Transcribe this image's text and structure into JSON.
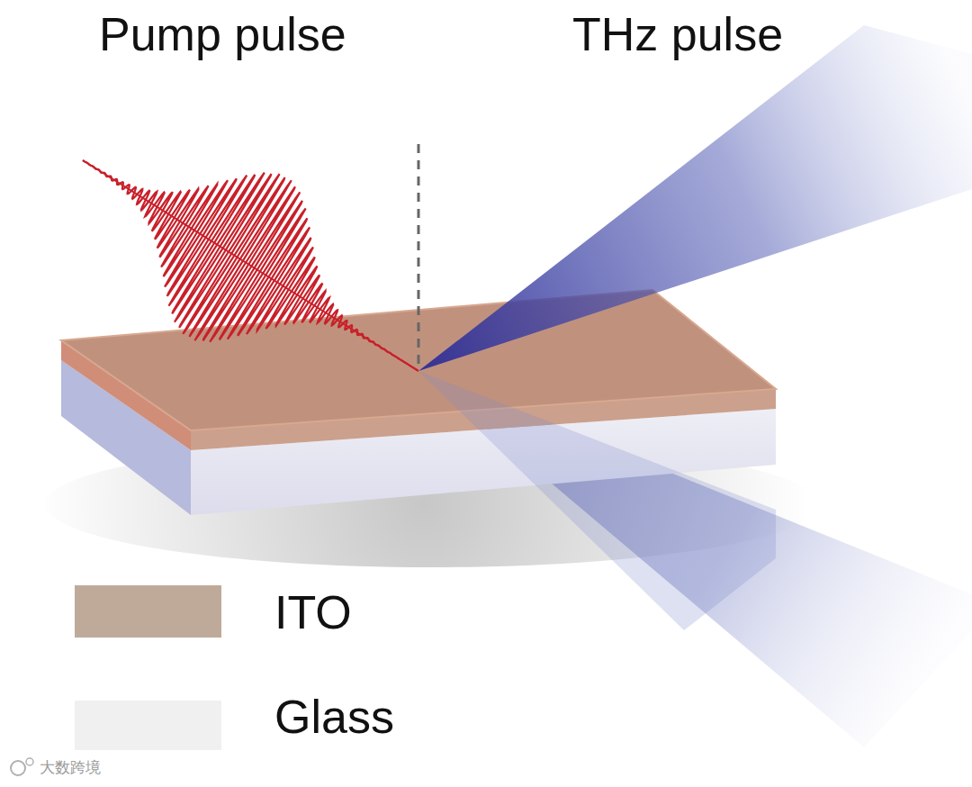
{
  "diagram": {
    "labels": [
      "Pump pulse",
      "THz pulse",
      "大数跨境"
    ],
    "legend": [
      {
        "text": "ITO",
        "color": "#bfaa99"
      },
      {
        "text": "Glass",
        "color": "#f0f0f0"
      }
    ]
  }
}
